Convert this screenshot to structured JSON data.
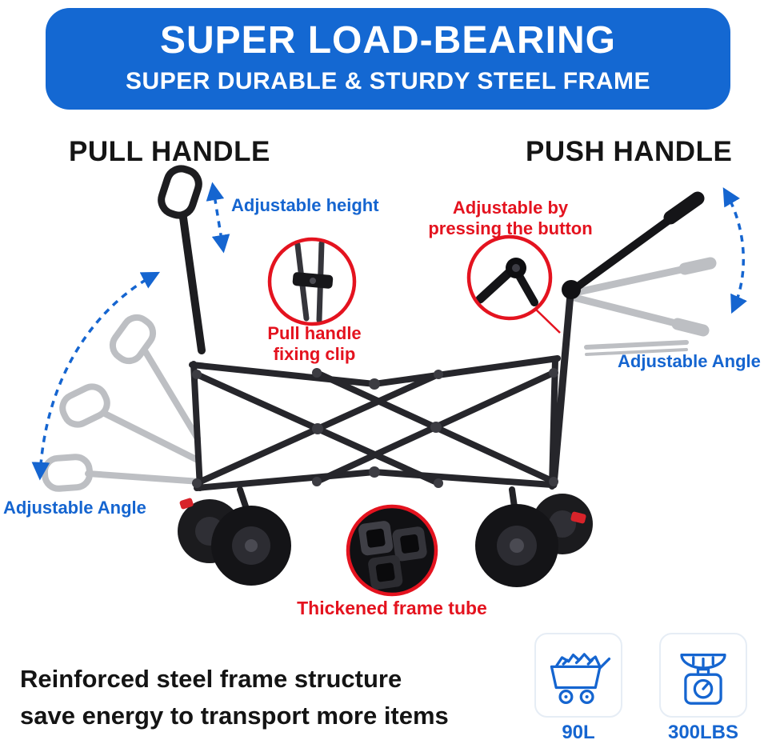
{
  "banner": {
    "title": "SUPER LOAD-BEARING",
    "subtitle": "SUPER DURABLE & STURDY STEEL FRAME"
  },
  "headings": {
    "pull_handle": "PULL HANDLE",
    "push_handle": "PUSH HANDLE"
  },
  "callouts": {
    "adjustable_height": "Adjustable height",
    "adjustable_by_button": "Adjustable by\npressing the button",
    "pull_handle_fixing_clip": "Pull handle\nfixing clip",
    "adjustable_angle_right": "Adjustable Angle",
    "adjustable_angle_left": "Adjustable Angle",
    "thickened_frame_tube": "Thickened frame tube"
  },
  "footer": {
    "tagline": "Reinforced steel frame structure\nsave energy to transport more items",
    "volume_value": "90L",
    "weight_value": "300LBS"
  },
  "colors": {
    "banner_blue": "#1468d2",
    "accent_blue": "#1565d0",
    "accent_red": "#e4131f",
    "frame_black": "#26262b",
    "ghost_gray": "#b6b9bd",
    "text_black": "#141414"
  },
  "icons": {
    "volume_icon": "loaded-cart-icon",
    "weight_icon": "weight-scale-icon"
  }
}
